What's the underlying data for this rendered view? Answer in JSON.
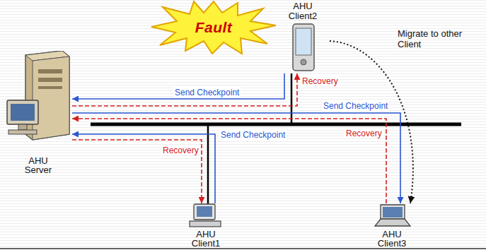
{
  "diagram": {
    "nodes": [
      {
        "text": [
          "Fault"
        ]
      },
      {
        "text": [
          "AHU Client2"
        ]
      },
      {
        "text": [
          "AHU Server"
        ]
      },
      {
        "text": [
          "AHU Client1"
        ]
      },
      {
        "text": [
          "AHU Client3"
        ]
      }
    ],
    "edges": [
      {
        "from": 1,
        "to": 2,
        "arrow": "to",
        "label": "Send Checkpoint"
      },
      {
        "from": 2,
        "to": 1,
        "arrow": "to",
        "label": "Recovery"
      },
      {
        "from": 2,
        "to": 4,
        "arrow": "to",
        "label": "Send Checkpoint"
      },
      {
        "from": 4,
        "to": 2,
        "arrow": "to",
        "label": "Recovery"
      },
      {
        "from": 3,
        "to": 2,
        "arrow": "to",
        "label": "Send Checkpoint"
      },
      {
        "from": 2,
        "to": 3,
        "arrow": "to",
        "label": "Recovery"
      },
      {
        "from": 1,
        "to": 4,
        "arrow": "to",
        "label": "Migrate to other Client"
      }
    ]
  }
}
